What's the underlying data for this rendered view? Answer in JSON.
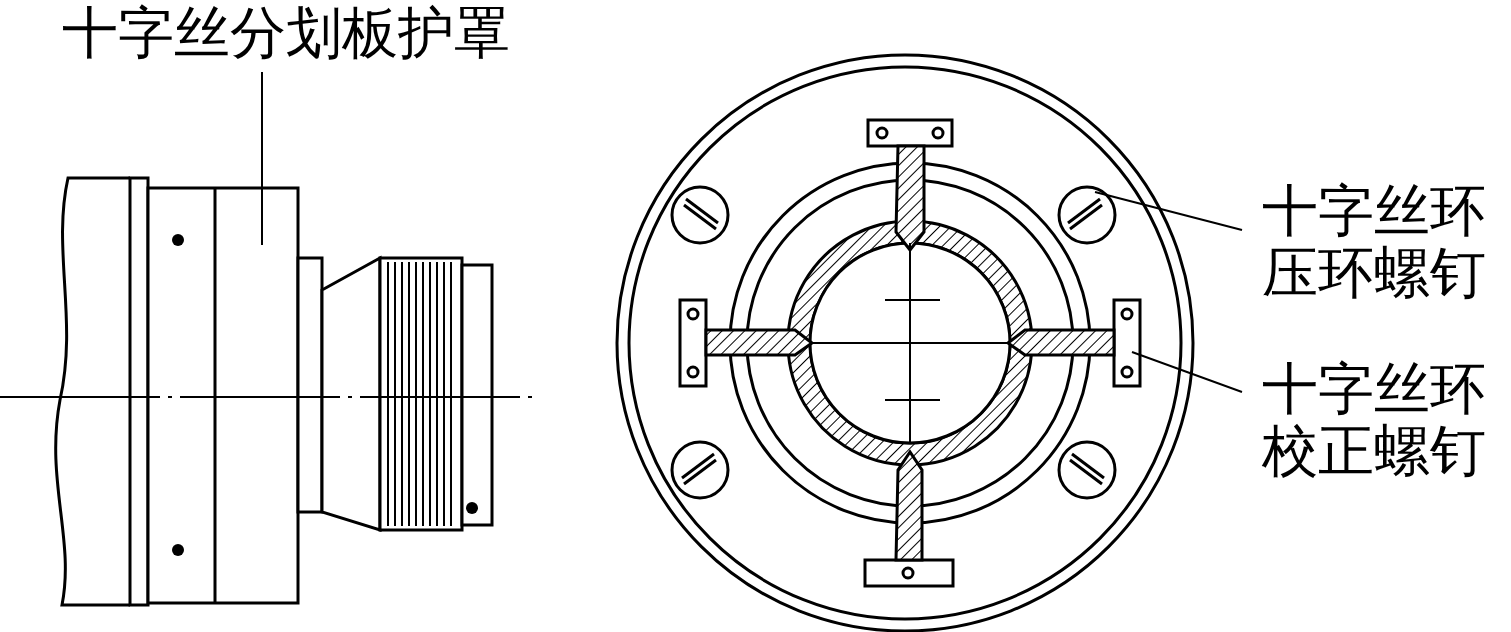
{
  "diagram": {
    "labels": [
      "十字丝分划板护罩",
      "十字丝环 压环螺钉",
      "十字丝环 校正螺钉"
    ]
  }
}
